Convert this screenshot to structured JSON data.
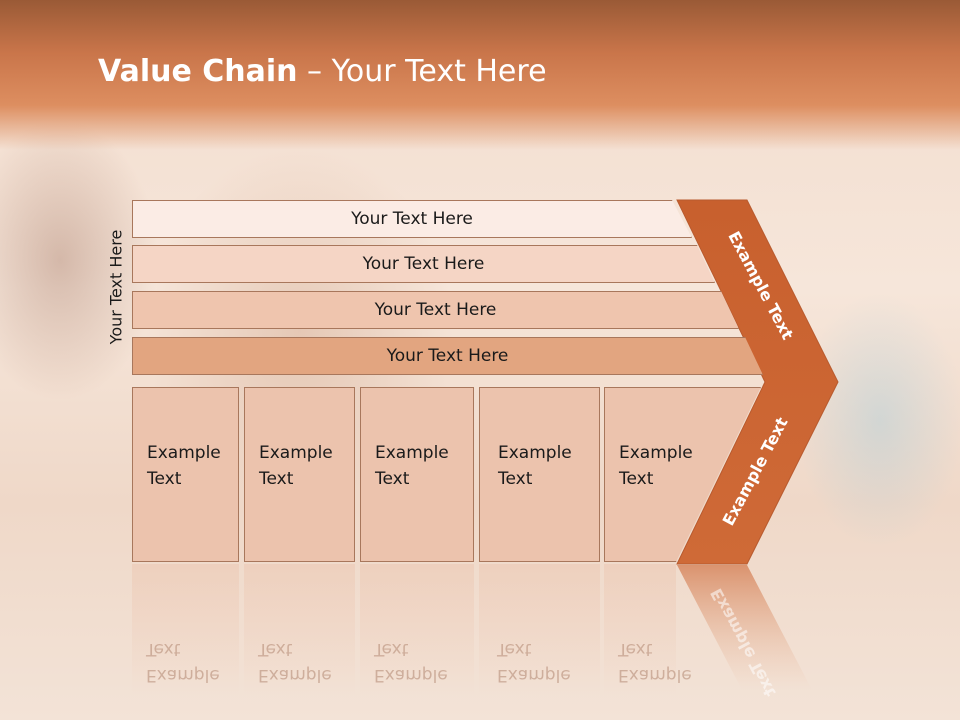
{
  "slide": {
    "title_bold": "Value Chain",
    "title_rest": " – Your Text Here",
    "side_label": "Your Text Here"
  },
  "bars": [
    {
      "label": "Your Text Here",
      "fill": "#fbece5"
    },
    {
      "label": "Your Text Here",
      "fill": "#f5d5c5"
    },
    {
      "label": "Your Text Here",
      "fill": "#efc5ae"
    },
    {
      "label": "Your Text Here",
      "fill": "#e2a580"
    }
  ],
  "columns": [
    {
      "line1": "Example",
      "line2": "Text"
    },
    {
      "line1": "Example",
      "line2": "Text"
    },
    {
      "line1": "Example",
      "line2": "Text"
    },
    {
      "line1": "Example",
      "line2": "Text"
    },
    {
      "line1": "Example",
      "line2": "Text"
    }
  ],
  "chevron": {
    "top_label": "Example Text",
    "bottom_label": "Example Text",
    "fill": "#c8602e"
  }
}
